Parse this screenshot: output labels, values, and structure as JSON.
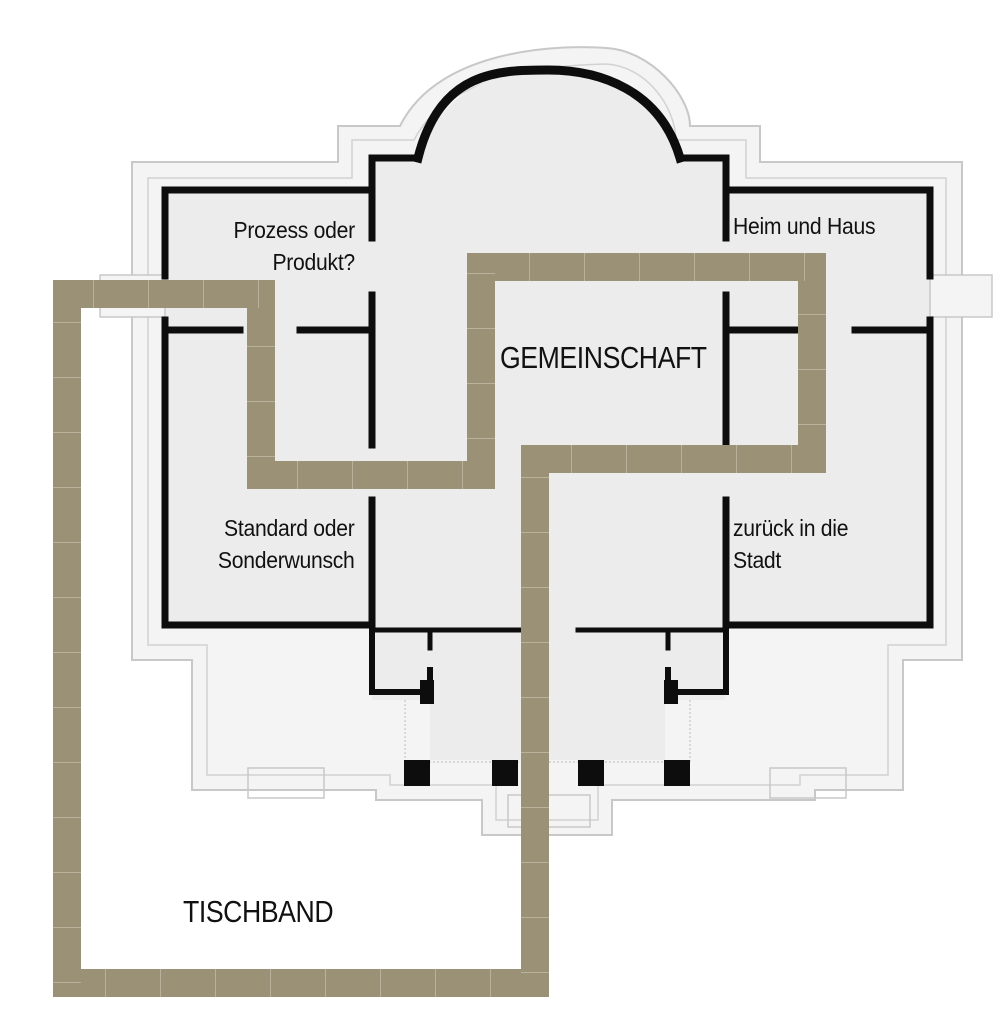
{
  "rooms": {
    "top_left": {
      "line1": "Prozess oder",
      "line2": "Produkt?"
    },
    "top_right": {
      "line1": "Heim und Haus"
    },
    "bottom_left": {
      "line1": "Standard oder",
      "line2": "Sonderwunsch"
    },
    "bottom_right": {
      "line1": "zurück in die",
      "line2": "Stadt"
    }
  },
  "center_label": "GEMEINSCHAFT",
  "table_label": "TISCHBAND",
  "colors": {
    "wall": "#0d0d0d",
    "floor": "#ececec",
    "terrace": "#f4f4f4",
    "outline": "#c8c8c8",
    "band": "#9a9177",
    "band_edge": "#b8b29d"
  }
}
